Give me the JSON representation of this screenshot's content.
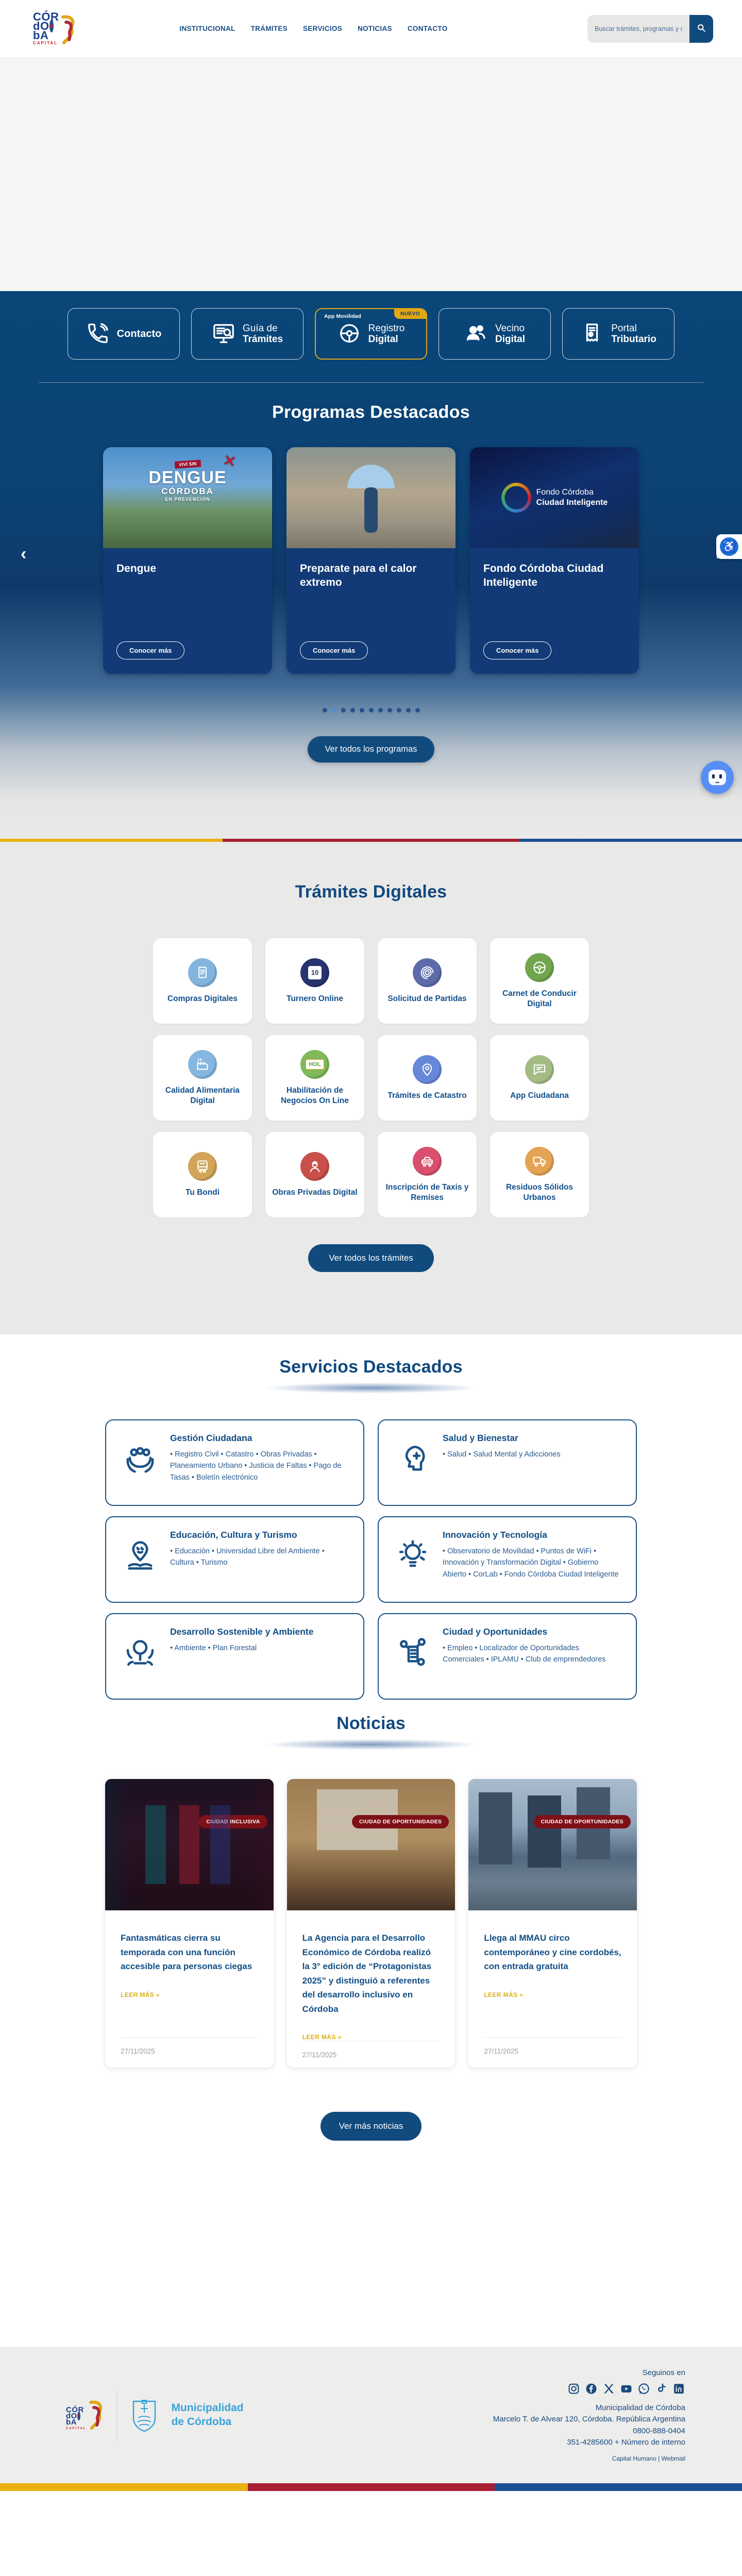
{
  "header": {
    "logo": {
      "stack": [
        "CÓR",
        "dO",
        "bA"
      ],
      "caption": "CAPITAL"
    },
    "nav": [
      "INSTITUCIONAL",
      "TRÁMITES",
      "SERVICIOS",
      "NOTICIAS",
      "CONTACTO"
    ],
    "search": {
      "placeholder": "Buscar trámites, programas y obras."
    }
  },
  "quick_access": {
    "items": [
      {
        "label_top": "",
        "label_bottom": "Contacto",
        "icon": "phone-icon"
      },
      {
        "label_top": "Guía de",
        "label_bottom": "Trámites",
        "icon": "monitor-search-icon"
      },
      {
        "label_top": "Registro",
        "label_bottom": "Digital",
        "icon": "steering-wheel-icon",
        "subtitle": "App Movilidad",
        "badge": "NUEVO"
      },
      {
        "label_top": "Vecino",
        "label_bottom": "Digital",
        "icon": "people-icon"
      },
      {
        "label_top": "Portal",
        "label_bottom": "Tributario",
        "icon": "receipt-icon"
      }
    ]
  },
  "programas": {
    "title": "Programas Destacados",
    "cards": [
      {
        "title": "Dengue",
        "cta": "Conocer más",
        "overlay": {
          "tag": "VIVÍ SIN",
          "line1": "DENGUE",
          "line2": "CÓRDOBA",
          "line3": "EN PREVENCIÓN"
        }
      },
      {
        "title": "Preparate para el calor extremo",
        "cta": "Conocer más"
      },
      {
        "title": "Fondo Córdoba Ciudad Inteligente",
        "cta": "Conocer más",
        "overlay": {
          "line1": "Fondo Córdoba",
          "line2": "Ciudad Inteligente"
        }
      }
    ],
    "pagination": {
      "count": 11,
      "active": 1
    },
    "cta": "Ver todos los programas"
  },
  "tramites": {
    "title": "Trámites Digitales",
    "items": [
      {
        "label": "Compras Digitales",
        "icon": "document-icon",
        "color": "#82b4de"
      },
      {
        "label": "Turnero Online",
        "icon": "calendar-icon",
        "color": "#27336e"
      },
      {
        "label": "Solicitud de Partidas",
        "icon": "fingerprint-icon",
        "color": "#5c6cab"
      },
      {
        "label": "Carnet de Conducir Digital",
        "icon": "steering-wheel-icon",
        "color": "#71a64f"
      },
      {
        "label": "Calidad Alimentaria Digital",
        "icon": "factory-icon",
        "color": "#85b7e0"
      },
      {
        "label": "Habilitación de Negocios On Line",
        "icon": "hol-icon",
        "color": "#7fb95a"
      },
      {
        "label": "Trámites de Catastro",
        "icon": "map-pin-icon",
        "color": "#6787d8"
      },
      {
        "label": "App Ciudadana",
        "icon": "chat-icon",
        "color": "#a3bc84"
      },
      {
        "label": "Tu Bondi",
        "icon": "bus-icon",
        "color": "#d2a55b"
      },
      {
        "label": "Obras Privadas Digital",
        "icon": "worker-icon",
        "color": "#c9504a"
      },
      {
        "label": "Inscripción de Taxis y Remises",
        "icon": "taxi-icon",
        "color": "#d8506e"
      },
      {
        "label": "Residuos Sólidos Urbanos",
        "icon": "truck-icon",
        "color": "#e5a356"
      }
    ],
    "cta": "Ver todos los trámites"
  },
  "servicios": {
    "title": "Servicios Destacados",
    "cards": [
      {
        "title": "Gestión Ciudadana",
        "icon": "hands-people-icon",
        "items": [
          "Registro Civil",
          "Catastro",
          "Obras Privadas",
          "Planeamiento Urbano",
          "Justicia de Faltas",
          "Pago de Tasas",
          "Boletín electrónico"
        ]
      },
      {
        "title": "Salud y Bienestar",
        "icon": "head-heart-icon",
        "items": [
          "Salud",
          "Salud Mental y Adicciones"
        ]
      },
      {
        "title": "Educación, Cultura y Turismo",
        "icon": "masks-book-icon",
        "items": [
          "Educación",
          "Universidad Libre del Ambiente",
          "Cultura",
          "Turismo"
        ]
      },
      {
        "title": "Innovación y Tecnología",
        "icon": "bulb-icon",
        "items": [
          "Observatorio de Movilidad",
          "Puntos de WiFi",
          "Innovación y Transformación Digital",
          "Gobierno Abierto",
          "CorLab",
          "Fondo Córdoba Ciudad Inteligente"
        ]
      },
      {
        "title": "Desarrollo Sostenible y Ambiente",
        "icon": "tree-people-icon",
        "items": [
          "Ambiente",
          "Plan Forestal"
        ]
      },
      {
        "title": "Ciudad y Oportunidades",
        "icon": "building-network-icon",
        "items": [
          "Empleo",
          "Localizador de Oportunidades Comerciales",
          "IPLAMU",
          "Club de emprendedores"
        ]
      }
    ]
  },
  "noticias": {
    "title": "Noticias",
    "cards": [
      {
        "badge": "CIUDAD INCLUSIVA",
        "title": "Fantasmáticas cierra su temporada con una función accesible para personas ciegas",
        "link": "LEER MÁS »",
        "date": "27/11/2025"
      },
      {
        "badge": "CIUDAD DE OPORTUNIDADES",
        "title": "La Agencia para el Desarrollo Económico de Córdoba realizó la 3° edición de “Protagonistas 2025” y distinguió a referentes del desarrollo inclusivo en Córdoba",
        "link": "LEER MÁS »",
        "date": "27/11/2025"
      },
      {
        "badge": "CIUDAD DE OPORTUNIDADES",
        "title": "Llega al MMAU circo contemporáneo y cine cordobés, con entrada gratuita",
        "link": "LEER MÁS »",
        "date": "27/11/2025"
      }
    ],
    "cta": "Ver más noticias"
  },
  "floating": {
    "accessibility": "accessibility-widget",
    "chatbot": "robot-assistant-widget"
  },
  "footer": {
    "seguinos": "Seguinos en",
    "socials": [
      "instagram",
      "facebook",
      "x",
      "youtube",
      "whatsapp",
      "tiktok",
      "linkedin"
    ],
    "org": "Municipalidad de Córdoba",
    "address": "Marcelo T. de Alvear 120, Córdoba. República Argentina",
    "phone_toll_free": "0800-888-0404",
    "phone_switch": "351-4285600 + Número de interno",
    "links_line": "Capital Humano | Webmail",
    "wordmark_line1": "Municipalidad",
    "wordmark_line2": "de Córdoba"
  },
  "colors": {
    "primary_navy": "#11497f",
    "button_navy": "#114b7e",
    "card_navy": "#113a76",
    "gold": "#e2a714",
    "crimson": "#a81e33",
    "badge_red": "#7e1117",
    "link_gold": "#ddb012",
    "section_gray": "#e9e9e8",
    "footer_gray": "#ededec"
  }
}
